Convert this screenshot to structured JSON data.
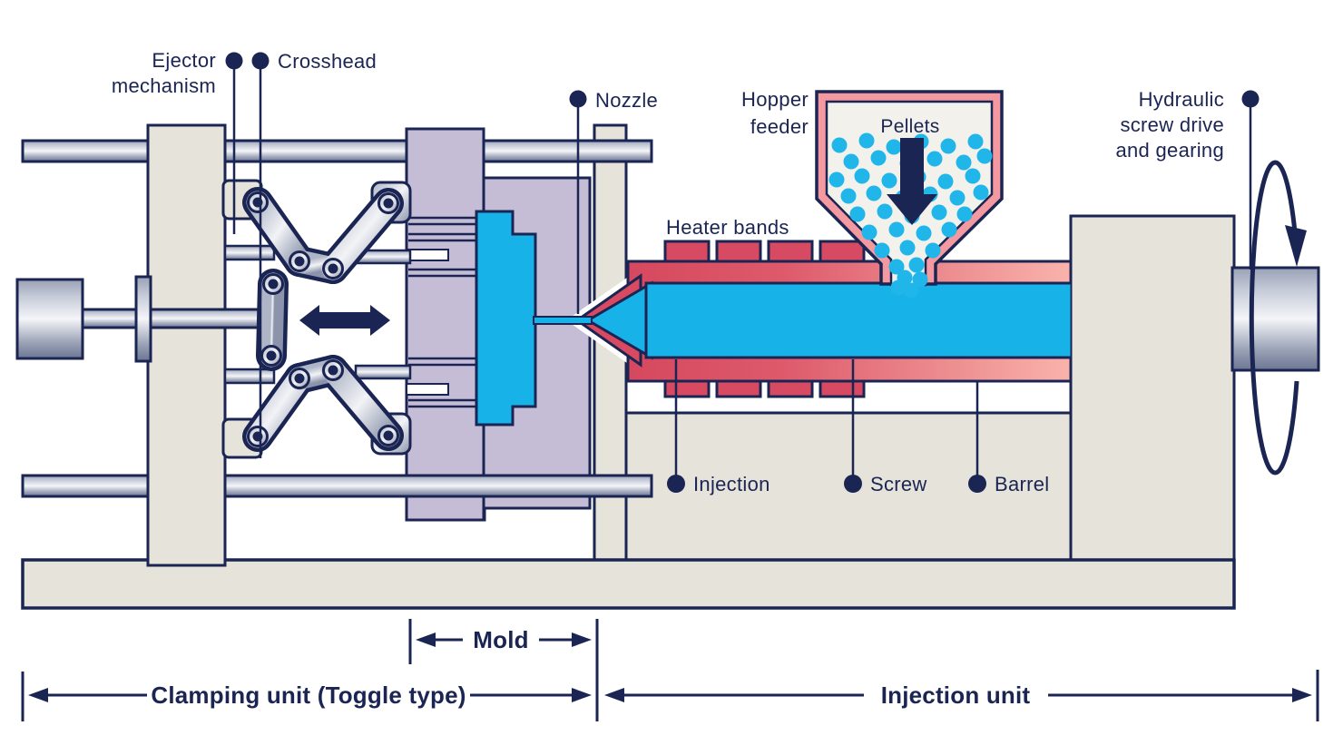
{
  "diagram": {
    "subject": "Injection molding machine cross-section schematic",
    "callouts": {
      "ejector_mechanism": {
        "line1": "Ejector",
        "line2": "mechanism"
      },
      "crosshead": {
        "label": "Crosshead"
      },
      "nozzle": {
        "label": "Nozzle"
      },
      "hopper_feeder": {
        "line1": "Hopper",
        "line2": "feeder"
      },
      "pellets": {
        "label": "Pellets"
      },
      "hydraulic_drive": {
        "line1": "Hydraulic",
        "line2": "screw drive",
        "line3": "and gearing"
      },
      "heater_bands": {
        "label": "Heater bands"
      },
      "injection": {
        "label": "Injection"
      },
      "screw": {
        "label": "Screw"
      },
      "barrel": {
        "label": "Barrel"
      }
    },
    "dimensions": {
      "mold": "Mold",
      "clamping_unit": "Clamping unit (Toggle type)",
      "injection_unit": "Injection unit"
    },
    "colors": {
      "outline_navy": "#1b2553",
      "machine_beige": "#e6e3da",
      "platen_lavender": "#c5bdd5",
      "melt_cyan": "#16b2e8",
      "pellet_cyan": "#20b6ea",
      "heater_crimson": "#d84a61",
      "barrel_pink_end": "#f9b3ac",
      "hopper_pink": "#f4999f",
      "hopper_interior": "#f2f1ec",
      "metal_light": "#eef0f4",
      "metal_dark": "#7c86a0"
    }
  }
}
